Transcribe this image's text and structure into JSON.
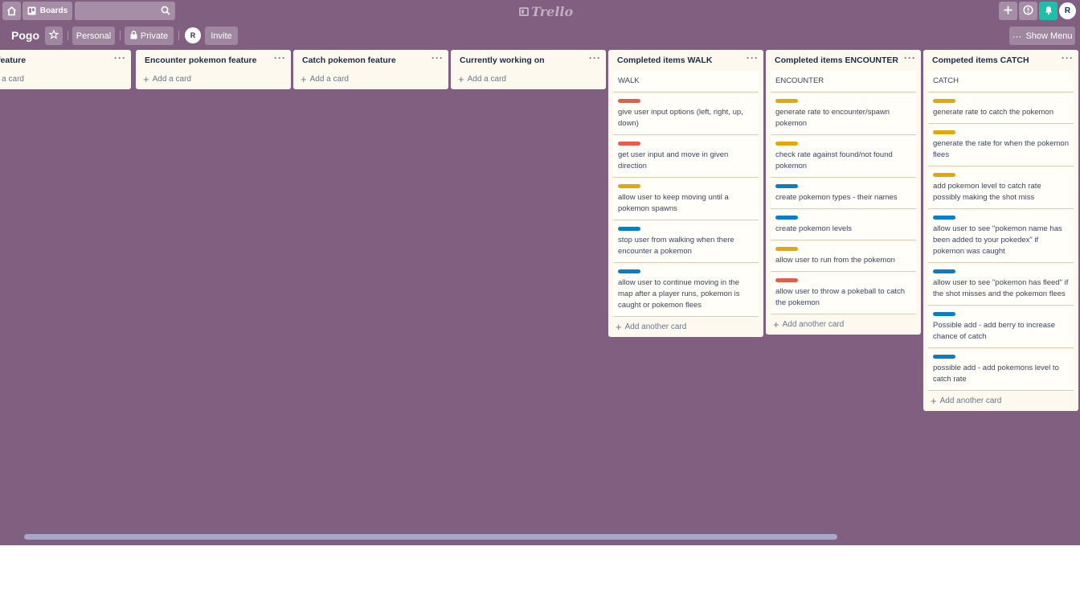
{
  "header": {
    "boards_label": "Boards",
    "logo_text": "Trello",
    "avatar_initial": "R"
  },
  "boardbar": {
    "title": "Pogo",
    "personal_label": "Personal",
    "private_label": "Private",
    "member_initial": "R",
    "invite_label": "Invite",
    "show_menu_label": "Show Menu"
  },
  "colors": {
    "red": "#e0604a",
    "yellow": "#e1a80e",
    "blue": "#0a7ec2",
    "board": "#805f80"
  },
  "lists": [
    {
      "title": "Walk feature",
      "add_label": "Add a card",
      "cards": []
    },
    {
      "title": "Encounter pokemon feature",
      "add_label": "Add a card",
      "cards": []
    },
    {
      "title": "Catch pokemon feature",
      "add_label": "Add a card",
      "cards": []
    },
    {
      "title": "Currently working on",
      "add_label": "Add a card",
      "cards": []
    },
    {
      "title": "Completed items WALK",
      "add_label": "Add another card",
      "cards": [
        {
          "label": null,
          "text": "WALK"
        },
        {
          "label": "red",
          "text": "give user input options (left, right, up, down)"
        },
        {
          "label": "red",
          "text": "get user input and move in given direction"
        },
        {
          "label": "yellow",
          "text": "allow user to keep moving until a pokemon spawns"
        },
        {
          "label": "blue",
          "text": "stop user from walking when there encounter a pokemon"
        },
        {
          "label": "blue",
          "text": "allow user to continue moving in the map after a player runs, pokemon is caught or pokemon flees"
        }
      ]
    },
    {
      "title": "Completed items ENCOUNTER",
      "add_label": "Add another card",
      "cards": [
        {
          "label": null,
          "text": "ENCOUNTER"
        },
        {
          "label": "yellow",
          "text": "generate rate to encounter/spawn pokemon"
        },
        {
          "label": "yellow",
          "text": "check rate against found/not found pokemon"
        },
        {
          "label": "blue",
          "text": "create pokemon types - their names"
        },
        {
          "label": "blue",
          "text": "create pokemon levels"
        },
        {
          "label": "yellow",
          "text": "allow user to run from the pokemon"
        },
        {
          "label": "red",
          "text": "allow user to throw a pokeball to catch the pokemon"
        }
      ]
    },
    {
      "title": "Competed items CATCH",
      "add_label": "Add another card",
      "cards": [
        {
          "label": null,
          "text": "CATCH"
        },
        {
          "label": "yellow",
          "text": "generate rate to catch the pokemon"
        },
        {
          "label": "yellow",
          "text": "generate the rate for when the pokemon flees"
        },
        {
          "label": "yellow",
          "text": "add pokemon level to catch rate possibly making the shot miss"
        },
        {
          "label": "blue",
          "text": "allow user to see \"pokemon name has been added to your pokedex\" if pokemon was caught"
        },
        {
          "label": "blue",
          "text": "allow user to see \"pokemon has fleed\" if the shot misses and the pokemon flees"
        },
        {
          "label": "blue",
          "text": "Possible add - add berry to increase chance of catch"
        },
        {
          "label": "blue",
          "text": "possible add - add pokemons level to catch rate"
        }
      ]
    }
  ]
}
